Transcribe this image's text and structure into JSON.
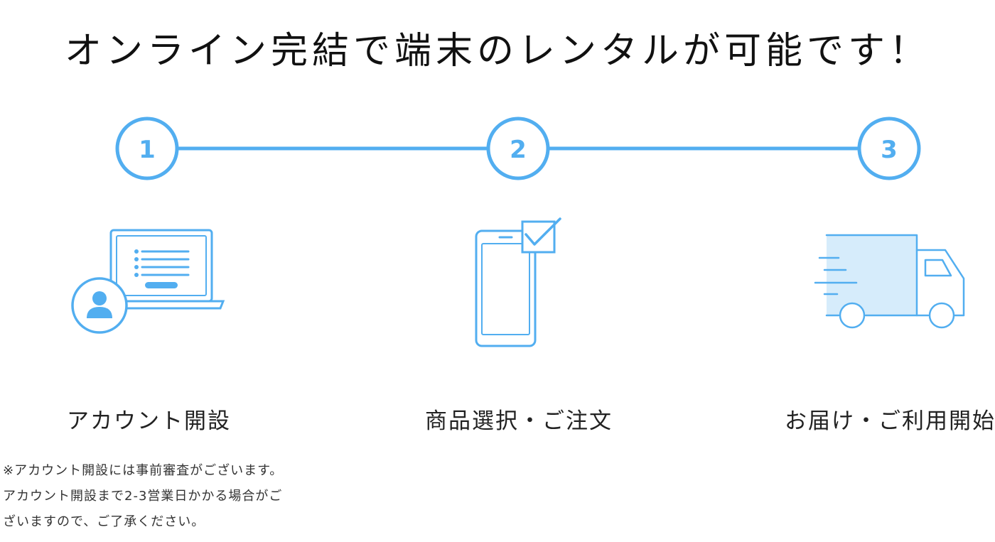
{
  "headline": "オンライン完結で端末のレンタルが可能です！",
  "accent_color": "#52AEF0",
  "steps": [
    {
      "number": "1",
      "label": "アカウント開設",
      "icon": "laptop-account-icon"
    },
    {
      "number": "2",
      "label": "商品選択・ご注文",
      "icon": "smartphone-check-icon"
    },
    {
      "number": "3",
      "label": "お届け・ご利用開始",
      "icon": "delivery-truck-icon"
    }
  ],
  "note": "※アカウント開設には事前審査がございます。アカウント開設まで2-3営業日かかる場合がございますので、ご了承ください。"
}
